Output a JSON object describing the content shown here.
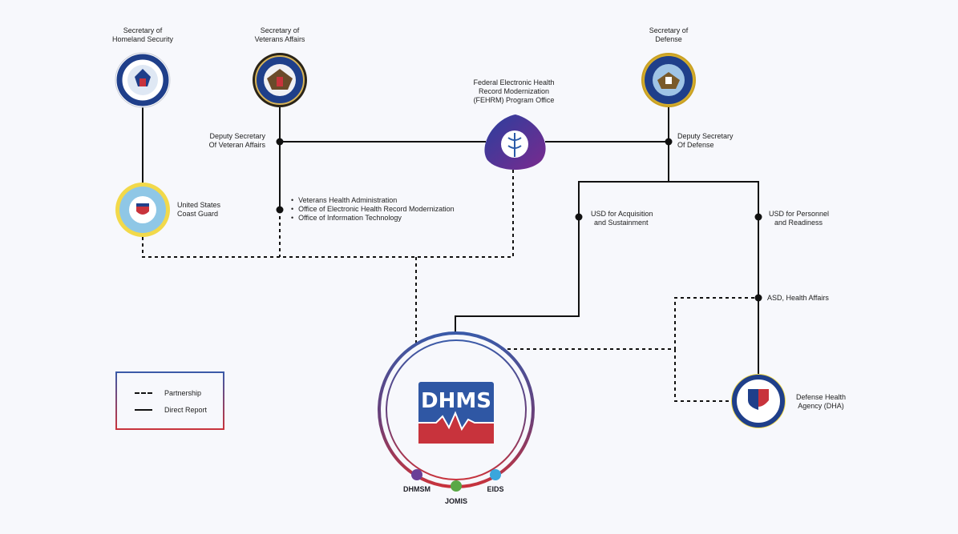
{
  "nodes": {
    "dhs_secretary": [
      "Secretary of",
      "Homeland Security"
    ],
    "va_secretary": [
      "Secretary of",
      "Veterans Affairs"
    ],
    "dod_secretary": [
      "Secretary of",
      "Defense"
    ],
    "fehrm": [
      "Federal Electronic Health",
      "Record Modernization",
      "(FEHRM) Program Office"
    ],
    "va_deputy": [
      "Deputy Secretary",
      "Of Veteran Affairs"
    ],
    "dod_deputy": [
      "Deputy Secretary",
      "Of Defense"
    ],
    "coast_guard": [
      "United States",
      "Coast Guard"
    ],
    "va_offices": [
      "Veterans Health Administration",
      "Office of Electronic Health Record Modernization",
      "Office of Information Technology"
    ],
    "usd_as": [
      "USD for Acquisition",
      "and Sustainment"
    ],
    "usd_pr": [
      "USD for Personnel",
      "and Readiness"
    ],
    "asd_ha": "ASD, Health Affairs",
    "dha": [
      "Defense Health",
      "Agency (DHA)"
    ]
  },
  "dhms": {
    "logo_text": "DHMS",
    "programs": [
      {
        "label": "DHMSM",
        "color": "#6a3f97"
      },
      {
        "label": "JOMIS",
        "color": "#5aa846"
      },
      {
        "label": "EIDS",
        "color": "#3aa6dc"
      }
    ]
  },
  "legend": {
    "partnership": "Partnership",
    "direct_report": "Direct Report"
  },
  "colors": {
    "line": "#111111",
    "brand_blue": "#3a5aa8",
    "brand_red": "#c8333c"
  }
}
